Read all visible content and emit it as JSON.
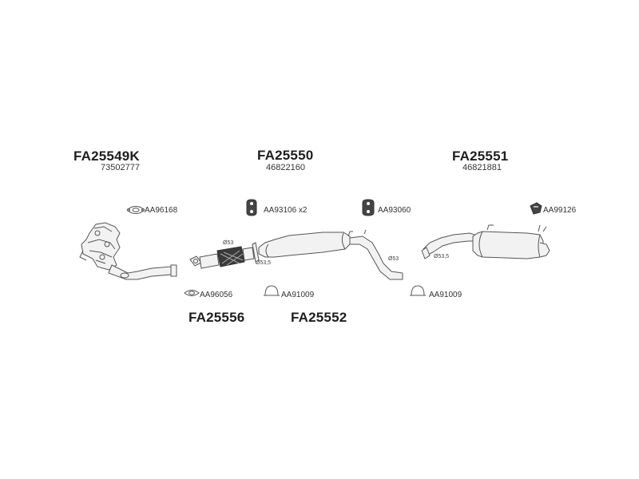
{
  "groups": [
    {
      "code": "FA25549K",
      "number": "73502777"
    },
    {
      "code": "FA25550",
      "number": "46822160"
    },
    {
      "code": "FA25551",
      "number": "46821881"
    },
    {
      "code": "FA25556"
    },
    {
      "code": "FA25552"
    }
  ],
  "parts": [
    {
      "label": "AA96168"
    },
    {
      "label": "AA93106 x2"
    },
    {
      "label": "AA93060"
    },
    {
      "label": "AA99126"
    },
    {
      "label": "AA96056"
    },
    {
      "label": "AA91009"
    },
    {
      "label": "AA91009"
    }
  ],
  "dimensions": [
    {
      "label": "Ø53"
    },
    {
      "label": "Ø53,5"
    },
    {
      "label": "Ø53"
    },
    {
      "label": "Ø53,5"
    }
  ]
}
